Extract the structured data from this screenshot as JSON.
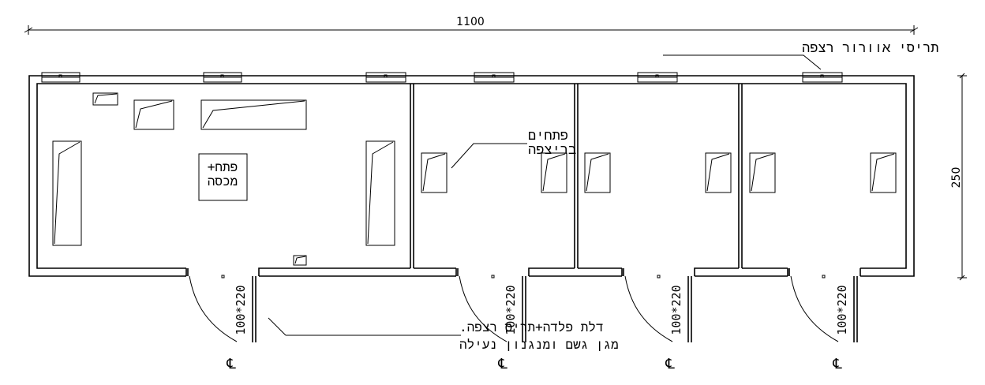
{
  "dimensions": {
    "width_label": "1100",
    "height_label": "250"
  },
  "labels": {
    "vents": "תריסי אוורור רצפה",
    "floor_hatches_1": "פתחים",
    "floor_hatches_2": "בריצפה",
    "cover_hatch_1": "פתח+",
    "cover_hatch_2": "מכסה",
    "door_note_1": "דלת פלדה+תריס רצפה.",
    "door_note_2": "מגן גשם ומנגנון נעילה"
  },
  "doors": [
    {
      "size": "100*220",
      "centerline": "℄"
    },
    {
      "size": "100*220",
      "centerline": "℄"
    },
    {
      "size": "100*220",
      "centerline": "℄"
    },
    {
      "size": "100*220",
      "centerline": "℄"
    }
  ]
}
